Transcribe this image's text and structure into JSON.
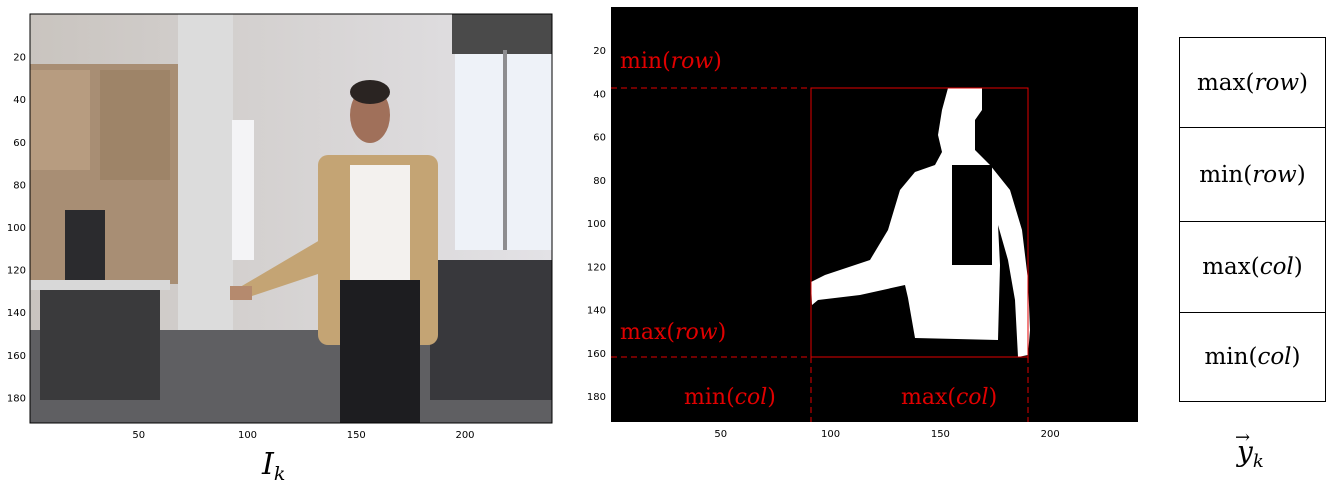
{
  "left_panel": {
    "caption": "I",
    "caption_sub": "k",
    "y_ticks": [
      "20",
      "40",
      "60",
      "80",
      "100",
      "120",
      "140",
      "160",
      "180"
    ],
    "x_ticks": [
      "50",
      "100",
      "150",
      "200"
    ]
  },
  "middle_panel": {
    "y_ticks": [
      "20",
      "40",
      "60",
      "80",
      "100",
      "120",
      "140",
      "160",
      "180"
    ],
    "x_ticks": [
      "50",
      "100",
      "150",
      "200"
    ],
    "annotations": {
      "min_row": {
        "fn": "min(",
        "arg": "row",
        "close": ")"
      },
      "max_row": {
        "fn": "max(",
        "arg": "row",
        "close": ")"
      },
      "min_col": {
        "fn": "min(",
        "arg": "col",
        "close": ")"
      },
      "max_col": {
        "fn": "max(",
        "arg": "col",
        "close": ")"
      }
    },
    "annotation_color": "#e00000"
  },
  "feature_vector": {
    "cells": [
      {
        "fn": "max",
        "arg": "row"
      },
      {
        "fn": "min",
        "arg": "row"
      },
      {
        "fn": "max",
        "arg": "col"
      },
      {
        "fn": "min",
        "arg": "col"
      }
    ],
    "caption": "y",
    "caption_sub": "k"
  }
}
